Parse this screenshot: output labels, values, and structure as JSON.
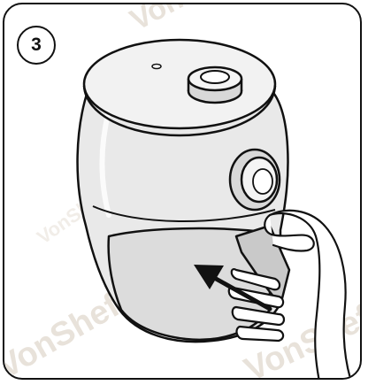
{
  "step": {
    "number": "3"
  },
  "watermark": {
    "text": "VonShef"
  },
  "colors": {
    "outline": "#111111",
    "appliance_fill": "#e9e9e9",
    "basket_fill": "#dcdcdc",
    "hand_fill": "#ffffff",
    "background": "#ffffff",
    "watermark": "#e6e0d8"
  },
  "icons": {
    "step_badge": "numbered-circle",
    "direction": "arrow-up-left"
  }
}
